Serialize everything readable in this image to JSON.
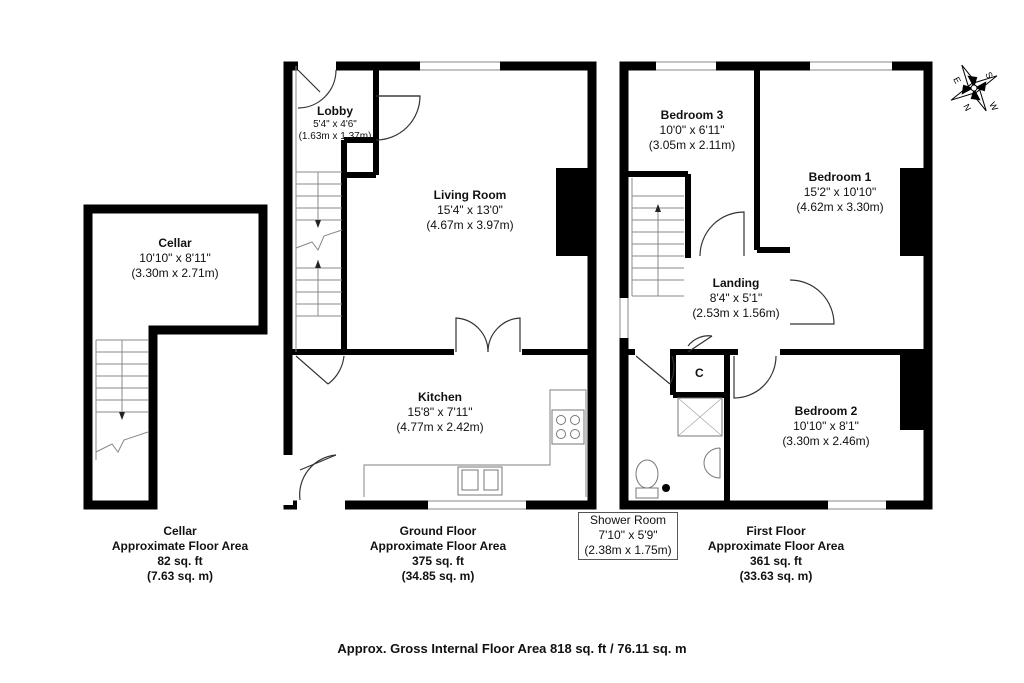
{
  "rooms": {
    "lobby": {
      "name": "Lobby",
      "dims_imperial": "5'4\" x 4'6\"",
      "dims_metric": "(1.63m x 1.37m)"
    },
    "living_room": {
      "name": "Living Room",
      "dims_imperial": "15'4\" x 13'0\"",
      "dims_metric": "(4.67m x 3.97m)"
    },
    "cellar": {
      "name": "Cellar",
      "dims_imperial": "10'10\" x 8'11\"",
      "dims_metric": "(3.30m x 2.71m)"
    },
    "kitchen": {
      "name": "Kitchen",
      "dims_imperial": "15'8\" x 7'11\"",
      "dims_metric": "(4.77m x 2.42m)"
    },
    "bedroom3": {
      "name": "Bedroom 3",
      "dims_imperial": "10'0\" x 6'11\"",
      "dims_metric": "(3.05m x 2.11m)"
    },
    "bedroom1": {
      "name": "Bedroom 1",
      "dims_imperial": "15'2\" x 10'10\"",
      "dims_metric": "(4.62m x 3.30m)"
    },
    "landing": {
      "name": "Landing",
      "dims_imperial": "8'4\" x 5'1\"",
      "dims_metric": "(2.53m x 1.56m)"
    },
    "bedroom2": {
      "name": "Bedroom 2",
      "dims_imperial": "10'10\" x 8'1\"",
      "dims_metric": "(3.30m x 2.46m)"
    },
    "shower_room": {
      "name": "Shower Room",
      "dims_imperial": "7'10\" x 5'9\"",
      "dims_metric": "(2.38m x 1.75m)"
    },
    "cupboard": {
      "name": "C"
    }
  },
  "floors": {
    "cellar": {
      "name": "Cellar",
      "caption": "Approximate Floor Area",
      "sq_ft": "82 sq. ft",
      "sq_m": "(7.63 sq. m)"
    },
    "ground": {
      "name": "Ground Floor",
      "caption": "Approximate Floor Area",
      "sq_ft": "375 sq. ft",
      "sq_m": "(34.85 sq. m)"
    },
    "first": {
      "name": "First Floor",
      "caption": "Approximate Floor Area",
      "sq_ft": "361 sq. ft",
      "sq_m": "(33.63 sq. m)"
    }
  },
  "gross_area": "Approx. Gross Internal Floor Area 818 sq. ft / 76.11 sq. m",
  "compass": {
    "letters": [
      "S",
      "E",
      "N",
      "W"
    ]
  },
  "colors": {
    "wall": "#000000",
    "fixture": "#999999",
    "background": "#ffffff"
  }
}
